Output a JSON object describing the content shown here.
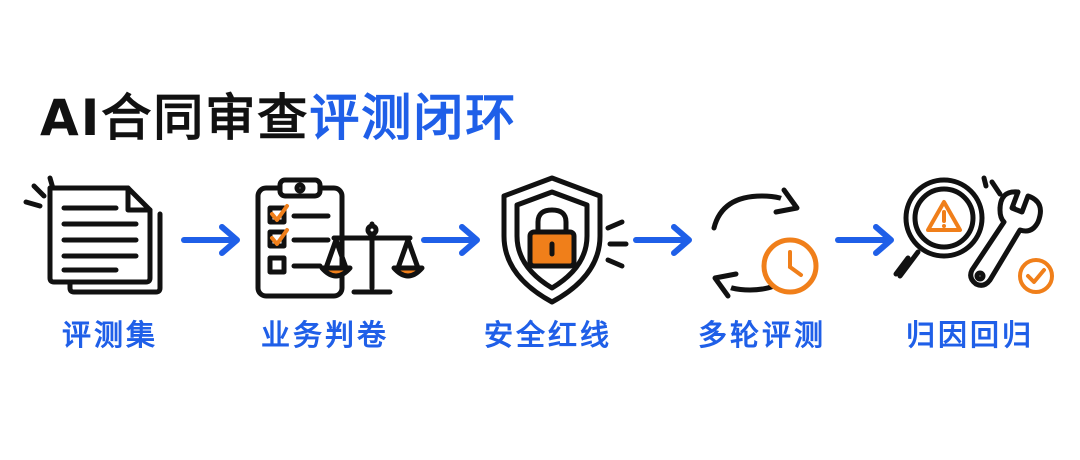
{
  "title": {
    "part1": "AI合同审查",
    "part2": "评测闭环"
  },
  "steps": [
    {
      "label": "评测集",
      "icon": "documents-icon"
    },
    {
      "label": "业务判卷",
      "icon": "checklist-scale-icon"
    },
    {
      "label": "安全红线",
      "icon": "shield-lock-icon"
    },
    {
      "label": "多轮评测",
      "icon": "cycle-clock-icon"
    },
    {
      "label": "归因回归",
      "icon": "magnifier-wrench-icon"
    }
  ],
  "colors": {
    "accent": "#1f5fe8",
    "highlight": "#f07f1a",
    "ink": "#111111"
  }
}
